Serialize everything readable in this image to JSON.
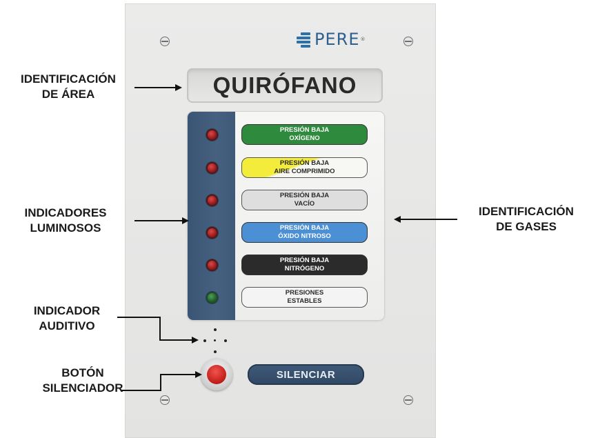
{
  "brand": {
    "name": "PERE",
    "registered": "®"
  },
  "area_plate": {
    "text": "QUIRÓFANO"
  },
  "gas_labels": [
    {
      "line1": "PRESIÓN BAJA",
      "line2": "OXÍGENO",
      "bg": "#2e8a3c",
      "text_color": "#ffffff",
      "led": "red"
    },
    {
      "line1": "PRESIÓN BAJA",
      "line2": "AIRE COMPRIMIDO",
      "bg": "yellow-white",
      "text_color": "#2a2a2a",
      "led": "red"
    },
    {
      "line1": "PRESIÓN BAJA",
      "line2": "VACÍO",
      "bg": "#dedede",
      "text_color": "#2a2a2a",
      "led": "red"
    },
    {
      "line1": "PRESIÓN BAJA",
      "line2": "ÓXIDO NITROSO",
      "bg": "#4b8fd4",
      "text_color": "#ffffff",
      "led": "red"
    },
    {
      "line1": "PRESIÓN BAJA",
      "line2": "NITRÓGENO",
      "bg": "#2b2b2b",
      "text_color": "#ffffff",
      "led": "red"
    },
    {
      "line1": "PRESIONES",
      "line2": "ESTABLES",
      "bg": "#f4f4f4",
      "text_color": "#2a2a2a",
      "led": "green"
    }
  ],
  "silence_label": "SILENCIAR",
  "callouts": {
    "area_id": [
      "IDENTIFICACIÓN",
      "DE ÁREA"
    ],
    "indicators": [
      "INDICADORES",
      "LUMINOSOS"
    ],
    "gas_id": [
      "IDENTIFICACIÓN",
      "DE GASES"
    ],
    "audible": [
      "INDICADOR",
      "AUDITIVO"
    ],
    "button": [
      "BOTÓN",
      "SILENCIADOR"
    ]
  },
  "colors": {
    "panel": "#e8e8e7",
    "led_strip": "#43607e",
    "led_alarm": "#b52020",
    "led_ok": "#2f7a3c",
    "silence_plate": "#3a5473",
    "button": "#d92b23",
    "logo": "#2e6aa3"
  }
}
